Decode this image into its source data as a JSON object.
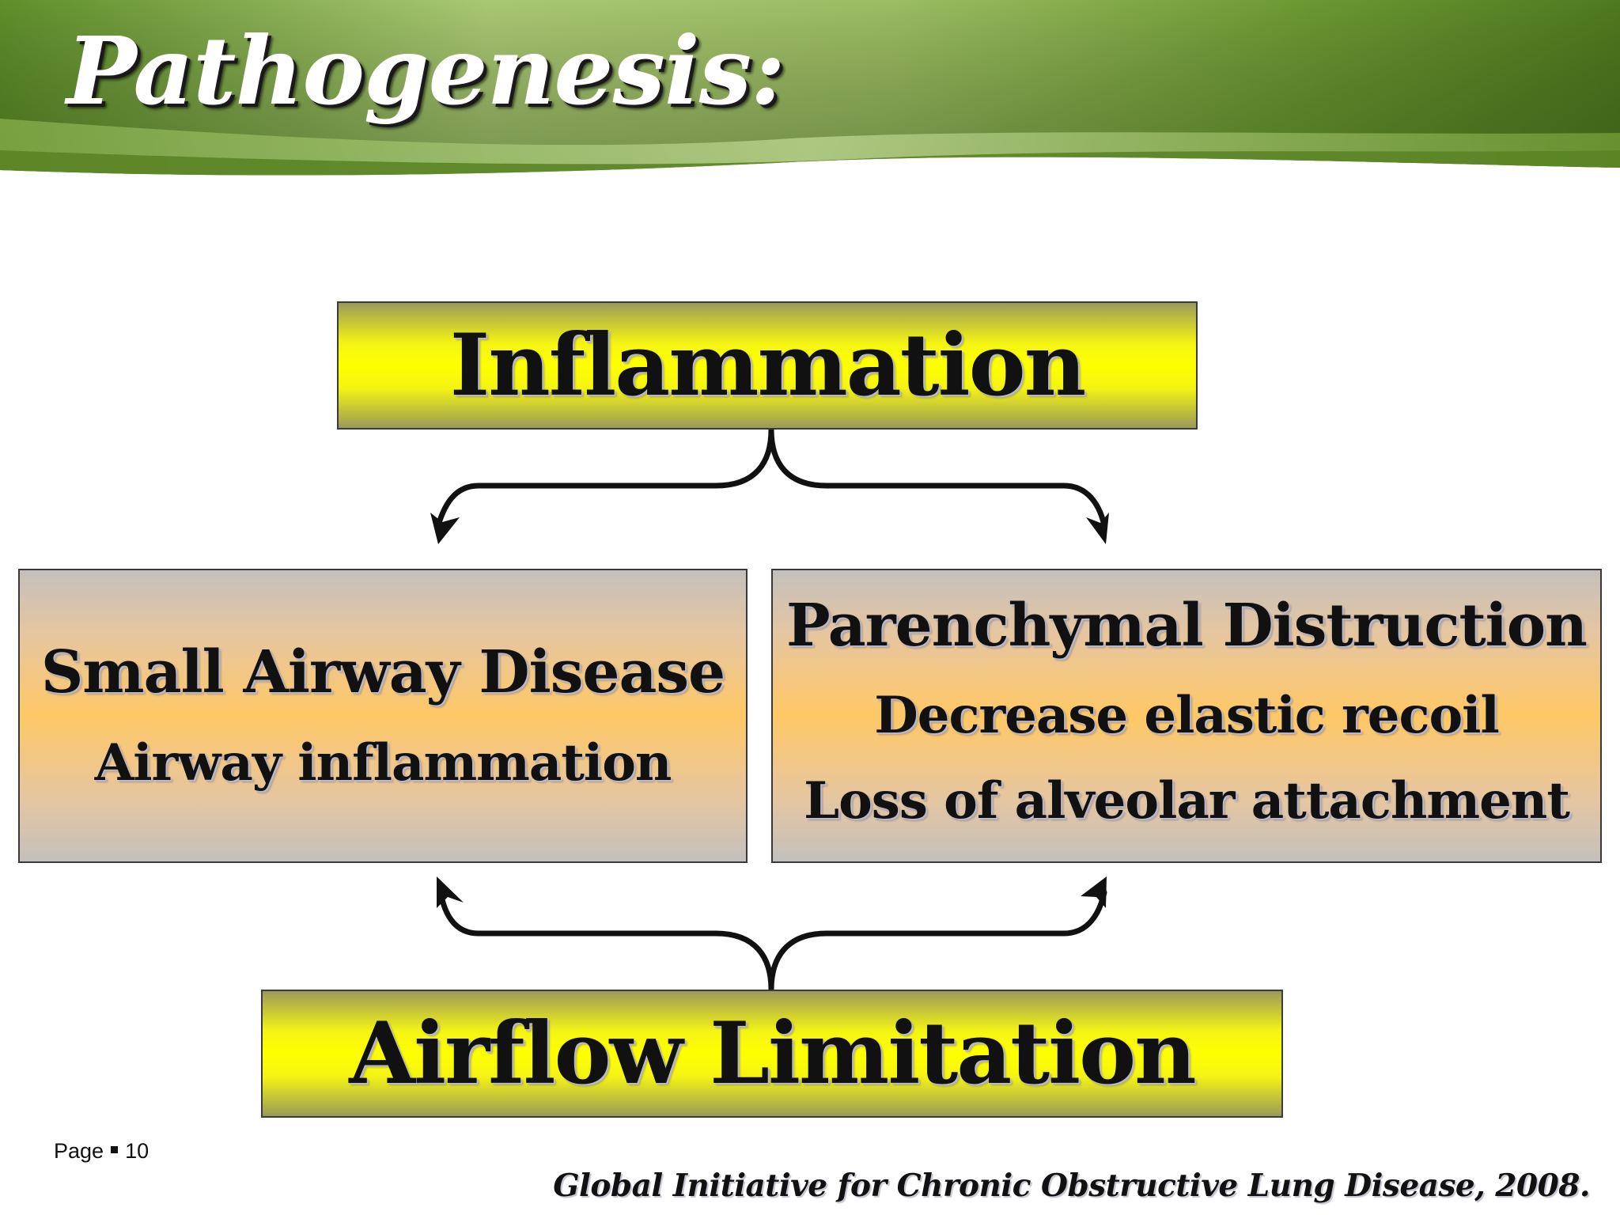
{
  "slide": {
    "title": "Pathogenesis:",
    "page_label": "Page",
    "page_number": "10",
    "citation": "Global Initiative for Chronic Obstructive Lung Disease, 2008."
  },
  "diagram": {
    "top_box": "Inflammation",
    "left_box": {
      "heading": "Small Airway Disease",
      "lines": [
        "Airway inflammation"
      ]
    },
    "right_box": {
      "heading": "Parenchymal Distruction",
      "lines": [
        "Decrease elastic recoil",
        "Loss of alveolar attachment"
      ]
    },
    "bottom_box": "Airflow Limitation"
  },
  "colors": {
    "header_green_dark": "#4f7a1f",
    "header_green_light": "#a6c46c",
    "box_yellow": "#ffff00",
    "box_orange": "#ffc866",
    "box_grey": "#c4c0bc",
    "arrow": "#111111"
  }
}
